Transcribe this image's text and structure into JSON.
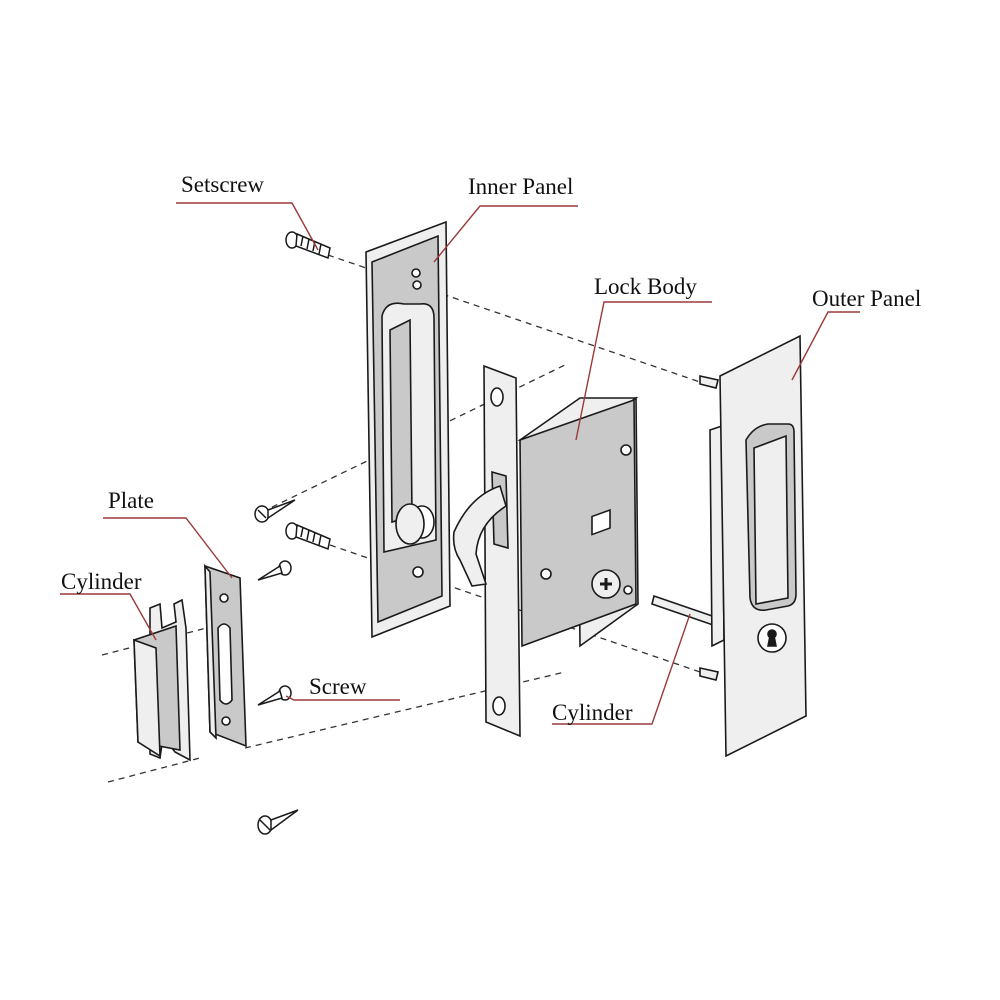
{
  "colors": {
    "leader": "#9b3a3a",
    "outline": "#1a1a1a",
    "fill_gray": "#c9c9c9",
    "fill_light": "#efefef"
  },
  "labels": {
    "setscrew": "Setscrew",
    "inner_panel": "Inner Panel",
    "lock_body": "Lock Body",
    "outer_panel": "Outer Panel",
    "plate": "Plate",
    "cylinder_left": "Cylinder",
    "screw": "Screw",
    "cylinder_right": "Cylinder"
  }
}
